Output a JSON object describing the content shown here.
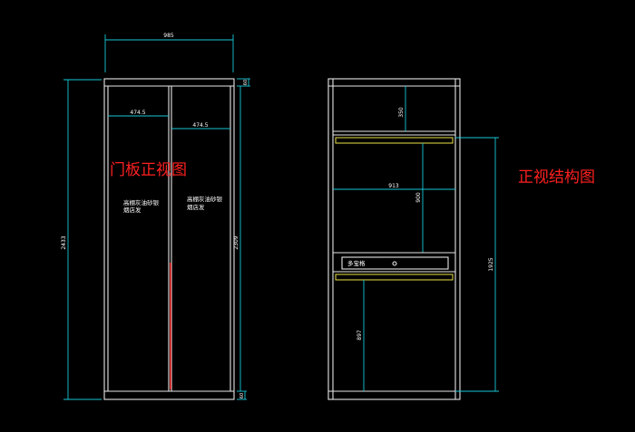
{
  "left_view": {
    "title": "门板正视图",
    "overall_width": "985",
    "overall_height": "2433",
    "door_height": "2309",
    "door_width_left": "474.5",
    "door_width_right": "474.5",
    "top_gap": "60",
    "bottom_gap": "60",
    "door_note_left_line1": "高棚灰油砂银",
    "door_note_left_line2": "烟店发",
    "door_note_right_line1": "高棚灰油砂银",
    "door_note_right_line2": "烟店发"
  },
  "right_view": {
    "title": "正视结构图",
    "top_compartment_height": "350",
    "inner_width": "913",
    "middle_compartment_height": "900",
    "hang_height": "1925",
    "lower_compartment_height": "897",
    "drawer_label": "多宝格"
  },
  "colors": {
    "background": "#000000",
    "outline": "#e6e6e6",
    "dimension": "#18c8d8",
    "accent": "#d8d040",
    "title": "#ff2020"
  }
}
